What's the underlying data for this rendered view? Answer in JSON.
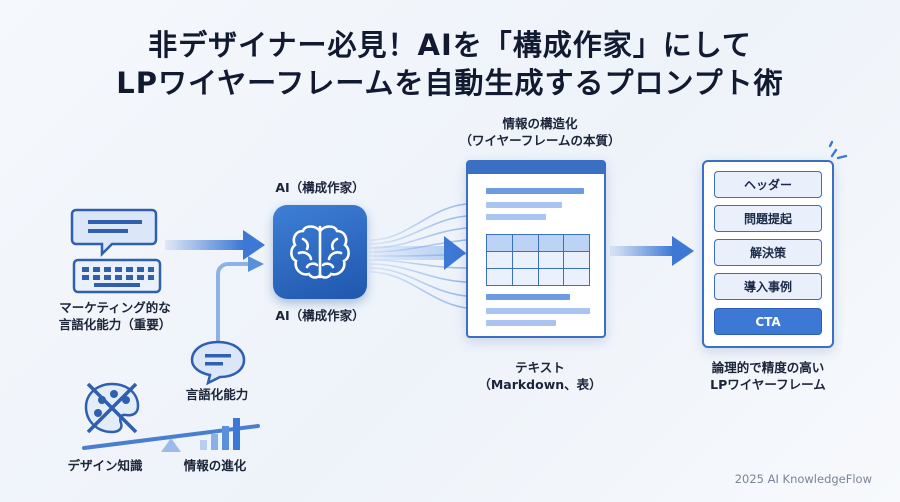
{
  "title": {
    "line1": "非デザイナー必見！AIを「構成作家」にして",
    "line2": "LPワイヤーフレームを自動生成するプロンプト術"
  },
  "left": {
    "keyboard_caption_line1": "マーケティング的な",
    "keyboard_caption_line2": "言語化能力（重要）",
    "speech_label": "言語化能力",
    "design_label": "デザイン知識",
    "info_label": "情報の進化"
  },
  "ai": {
    "label_top": "AI（構成作家）",
    "label_bottom": "AI（構成作家）"
  },
  "document": {
    "heading_line1": "情報の構造化",
    "heading_line2": "（ワイヤーフレームの本質）",
    "caption_line1": "テキスト",
    "caption_line2": "（Markdown、表）"
  },
  "wireframe": {
    "sections": [
      "ヘッダー",
      "問題提起",
      "解決策",
      "導入事例",
      "CTA"
    ],
    "caption_line1": "論理的で精度の高い",
    "caption_line2": "LPワイヤーフレーム"
  },
  "credit": "2025 AI KnowledgeFlow",
  "colors": {
    "accent": "#3a6fc4",
    "accent_dark": "#1f57ad",
    "cta": "#3d78d4",
    "background": "#f2f6fb"
  }
}
